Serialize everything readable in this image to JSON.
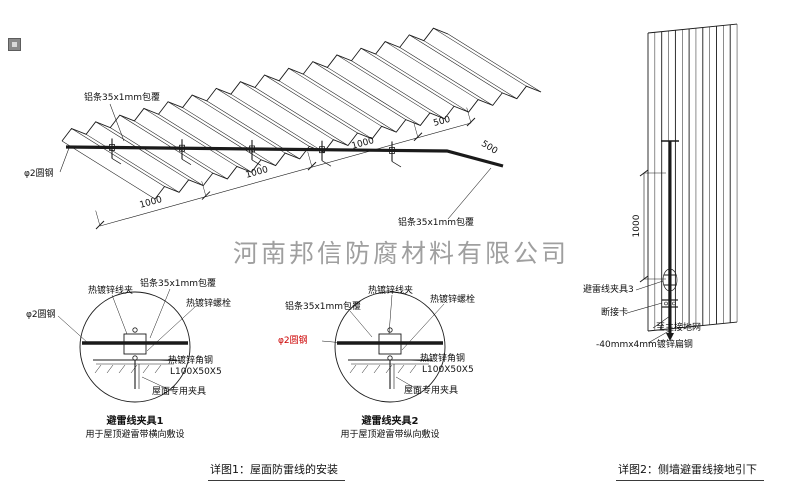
{
  "watermark": "河南邦信防腐材料有限公司",
  "colors": {
    "line": "#1a1a1a",
    "red_label": "#cc0000",
    "watermark": "#8f8f8f"
  },
  "fig1": {
    "caption": "详图1：屋面防雷线的安装",
    "iso": {
      "strip_label_top": "铝条35x1mm包覆",
      "strip_label_right": "铝条35x1mm包覆",
      "round_steel_label": "φ2圆钢",
      "dim_1": "1000",
      "dim_2": "1000",
      "dim_3": "1000",
      "dim_4": "500",
      "dim_right": "500"
    },
    "detail1": {
      "title": "避雷线夹具1",
      "subtitle": "用于屋顶避雷带横向敷设",
      "labels": {
        "wire_clip": "热镀锌线夹",
        "alu_strip": "铝条35x1mm包覆",
        "bolt": "热镀锌螺栓",
        "round_steel": "φ2圆钢",
        "angle_steel": "热镀锌角钢",
        "angle_spec": "L100X50X5",
        "roof_fixture": "屋面专用夹具"
      }
    },
    "detail2": {
      "title": "避雷线夹具2",
      "subtitle": "用于屋顶避雷带纵向敷设",
      "labels": {
        "wire_clip": "热镀锌线夹",
        "alu_strip": "铝条35x1mm包覆",
        "bolt": "热镀锌螺栓",
        "round_steel": "φ2圆钢",
        "angle_steel": "热镀锌角钢",
        "angle_spec": "L100X50X5",
        "roof_fixture": "屋面专用夹具"
      }
    }
  },
  "fig2": {
    "caption": "详图2：侧墙避雷线接地引下",
    "labels": {
      "clamp3": "避雷线夹具3",
      "disconnect": "断接卡",
      "to_main_grid": "至主接地网",
      "flat_steel": "-40mmx4mm镀锌扁钢",
      "dim_height": "1000"
    }
  }
}
